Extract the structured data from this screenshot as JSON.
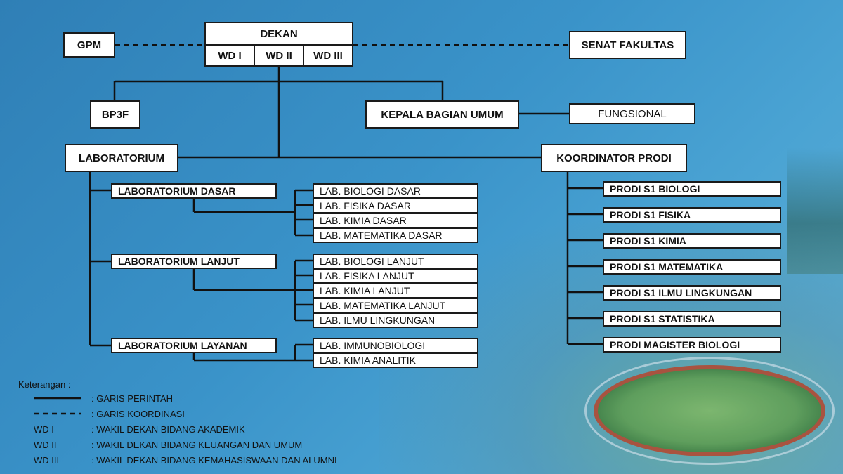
{
  "top": {
    "dekan": "DEKAN",
    "wd1": "WD I",
    "wd2": "WD II",
    "wd3": "WD III",
    "gpm": "GPM",
    "senat": "SENAT FAKULTAS"
  },
  "middle": {
    "bp3f": "BP3F",
    "kabag": "KEPALA BAGIAN UMUM",
    "fungsional": "FUNGSIONAL",
    "laboratorium": "LABORATORIUM",
    "koordinator": "KOORDINATOR PRODI"
  },
  "labs": {
    "dasar": {
      "title": "LABORATORIUM DASAR",
      "items": [
        "LAB. BIOLOGI DASAR",
        "LAB. FISIKA DASAR",
        "LAB. KIMIA DASAR",
        "LAB. MATEMATIKA DASAR"
      ]
    },
    "lanjut": {
      "title": "LABORATORIUM LANJUT",
      "items": [
        "LAB. BIOLOGI LANJUT",
        "LAB. FISIKA LANJUT",
        "LAB. KIMIA LANJUT",
        "LAB. MATEMATIKA LANJUT",
        "LAB. ILMU LINGKUNGAN"
      ]
    },
    "layanan": {
      "title": "LABORATORIUM LAYANAN",
      "items": [
        "LAB. IMMUNOBIOLOGI",
        "LAB. KIMIA ANALITIK"
      ]
    }
  },
  "prodi": [
    "PRODI S1 BIOLOGI",
    "PRODI S1 FISIKA",
    "PRODI S1 KIMIA",
    "PRODI S1 MATEMATIKA",
    "PRODI S1 ILMU LINGKUNGAN",
    "PRODI S1 STATISTIKA",
    "PRODI MAGISTER BIOLOGI"
  ],
  "legend": {
    "title": "Keterangan :",
    "garis_perintah": ": GARIS PERINTAH",
    "garis_koordinasi": ": GARIS KOORDINASI",
    "rows": [
      {
        "key": "WD I",
        "value": ": WAKIL DEKAN BIDANG AKADEMIK"
      },
      {
        "key": "WD II",
        "value": ": WAKIL DEKAN BIDANG KEUANGAN DAN UMUM"
      },
      {
        "key": "WD III",
        "value": ": WAKIL DEKAN BIDANG KEMAHASISWAAN DAN ALUMNI"
      }
    ]
  }
}
